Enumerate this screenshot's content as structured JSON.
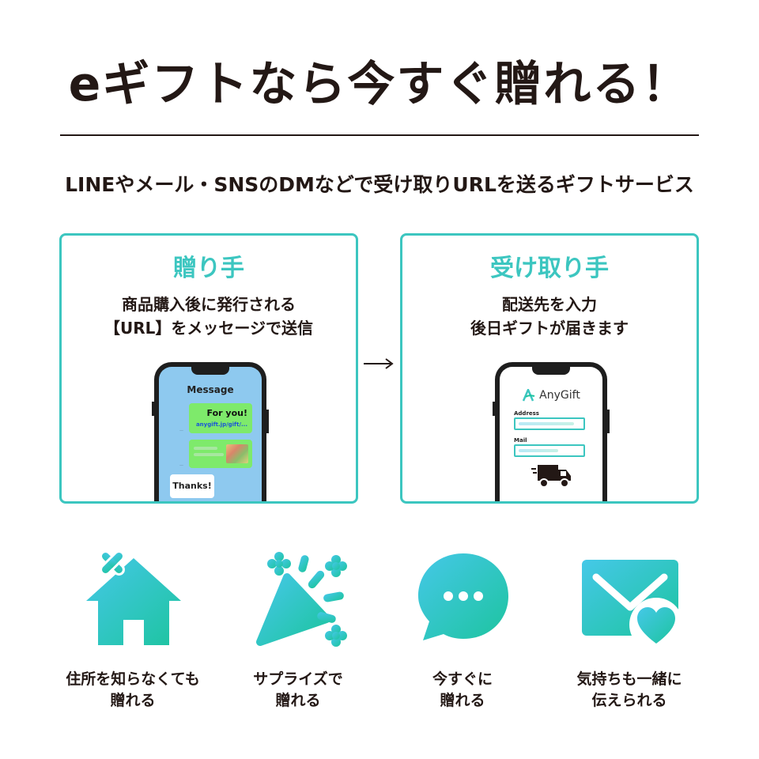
{
  "header": {
    "title": "eギフトなら今すぐ贈れる！",
    "subtitle": "LINEやメール・SNSのDMなどで受け取りURLを送るギフトサービス"
  },
  "colors": {
    "accent": "#3cc6c0",
    "gradient_start": "#45c8e8",
    "gradient_end": "#1dc49f",
    "text": "#231815"
  },
  "sender_card": {
    "heading": "贈り手",
    "desc_line1": "商品購入後に発行される",
    "desc_line2": "【URL】をメッセージで送信",
    "phone": {
      "screen_title": "Message",
      "bubble_title": "For you!",
      "bubble_link": "anygift.jp/gift/...",
      "reply": "Thanks!"
    }
  },
  "receiver_card": {
    "heading": "受け取り手",
    "desc_line1": "配送先を入力",
    "desc_line2": "後日ギフトが届きます",
    "phone": {
      "logo_text": "AnyGift",
      "field1_label": "Address",
      "field2_label": "Mail",
      "truck_icon": "truck-icon"
    }
  },
  "flow_arrow_icon": "arrow-right-icon",
  "features": [
    {
      "icon": "house-icon",
      "line1": "住所を知らなくても",
      "line2": "贈れる"
    },
    {
      "icon": "party-popper-icon",
      "line1": "サプライズで",
      "line2": "贈れる"
    },
    {
      "icon": "chat-bubble-icon",
      "line1": "今すぐに",
      "line2": "贈れる"
    },
    {
      "icon": "envelope-heart-icon",
      "line1": "気持ちも一緒に",
      "line2": "伝えられる"
    }
  ]
}
